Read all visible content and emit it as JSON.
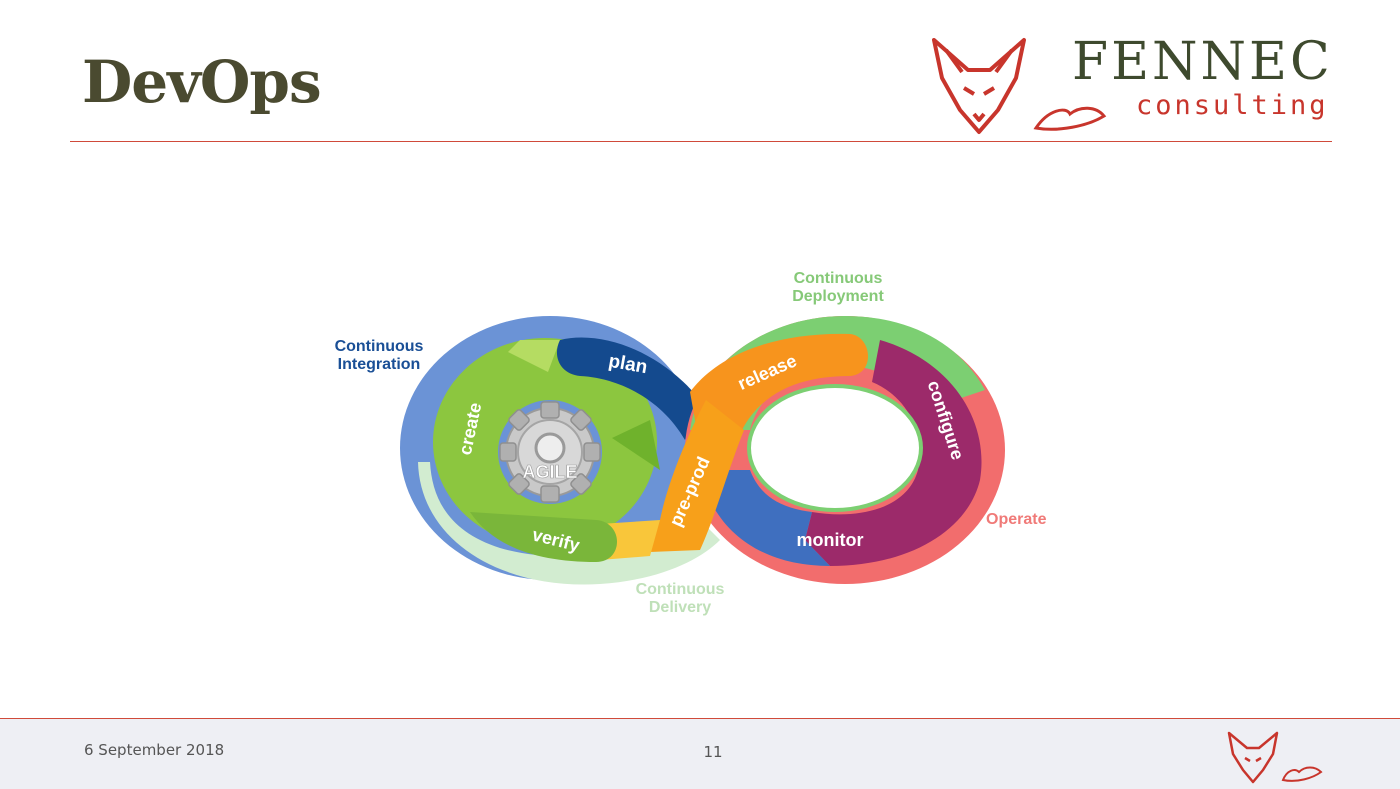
{
  "slide": {
    "title": "DevOps",
    "brand": {
      "name": "FENNEC",
      "sub": "consulting"
    },
    "footer": {
      "date": "6 September 2018",
      "page": "11"
    }
  },
  "diagram": {
    "center_badge": "AGILE",
    "stages": {
      "plan": "plan",
      "create": "create",
      "verify": "verify",
      "preprod": "pre-prod",
      "release": "release",
      "configure": "configure",
      "monitor": "monitor"
    },
    "labels": {
      "continuous_integration": "Continuous\nIntegration",
      "continuous_deployment": "Continuous\nDeployment",
      "continuous_delivery": "Continuous\nDelivery",
      "operate": "Operate"
    },
    "colors": {
      "integration_blue": "#6b93d6",
      "plan_navy": "#144a8e",
      "dev_green": "#8cc63f",
      "deploy_green": "#7ccf72",
      "delivery_light": "#d2ecd0",
      "orange": "#f7941d",
      "yellow": "#f9c63a",
      "purple": "#9c2a6a",
      "operate_red": "#f26d6d",
      "accent_red": "#c8352c"
    }
  }
}
